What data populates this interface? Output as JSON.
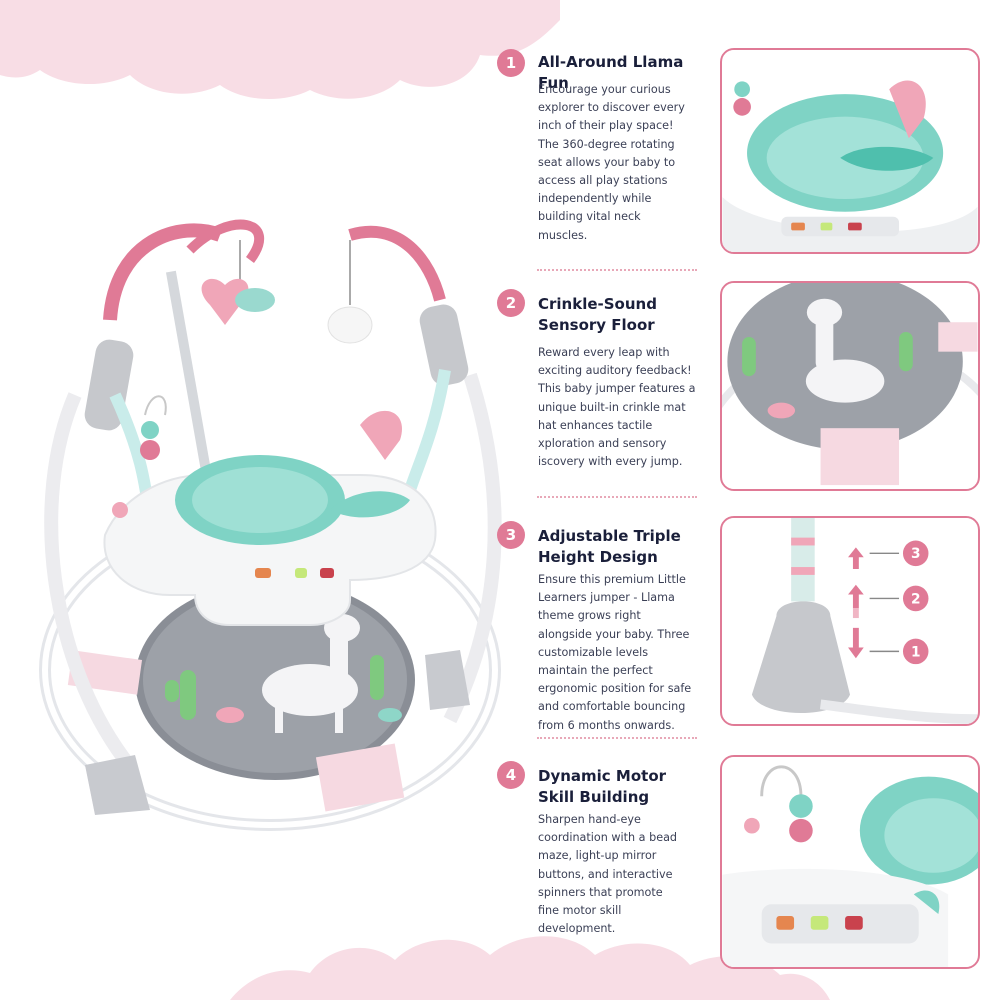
{
  "features": [
    {
      "number": "1",
      "title_lines": [
        "All-Around Llama Fun"
      ],
      "desc_lines": [
        "Encourage your curious",
        "explorer to discover every",
        "inch of their play space!",
        "The 360-degree rotating",
        "seat allows your baby to",
        "access all play stations",
        "independently while",
        "building vital neck",
        "muscles."
      ]
    },
    {
      "number": "2",
      "title_lines": [
        "Crinkle-Sound",
        "Sensory Floor"
      ],
      "desc_lines": [
        "Reward every leap with",
        "exciting auditory feedback!",
        "This baby jumper features a",
        "unique built-in crinkle mat",
        "hat enhances tactile",
        "xploration and sensory",
        "iscovery with every jump."
      ]
    },
    {
      "number": "3",
      "title_lines": [
        "Adjustable Triple",
        "Height Design"
      ],
      "desc_lines": [
        "Ensure this premium Little",
        "Learners jumper - Llama",
        "theme grows right",
        "alongside your baby. Three",
        "customizable levels",
        "maintain the perfect",
        "ergonomic position for safe",
        "and comfortable bouncing",
        "from 6 months onwards."
      ]
    },
    {
      "number": "4",
      "title_lines": [
        "Dynamic Motor",
        "Skill Building"
      ],
      "desc_lines": [
        "Sharpen hand-eye",
        "coordination with a bead",
        "maze, light-up mirror",
        "buttons, and interactive",
        "spinners that promote",
        "fine motor skill",
        "development."
      ]
    }
  ],
  "height_levels": [
    "3",
    "2",
    "1"
  ],
  "colors": {
    "accent_pink": "#e07a96",
    "mint": "#7fd3c5",
    "gray": "#b9bcc2",
    "cloud_pink": "#f8dde5",
    "title_navy": "#1a1f3a"
  },
  "icons": [
    "arrow-up-icon",
    "arrow-up-down-icon",
    "arrow-down-icon"
  ]
}
